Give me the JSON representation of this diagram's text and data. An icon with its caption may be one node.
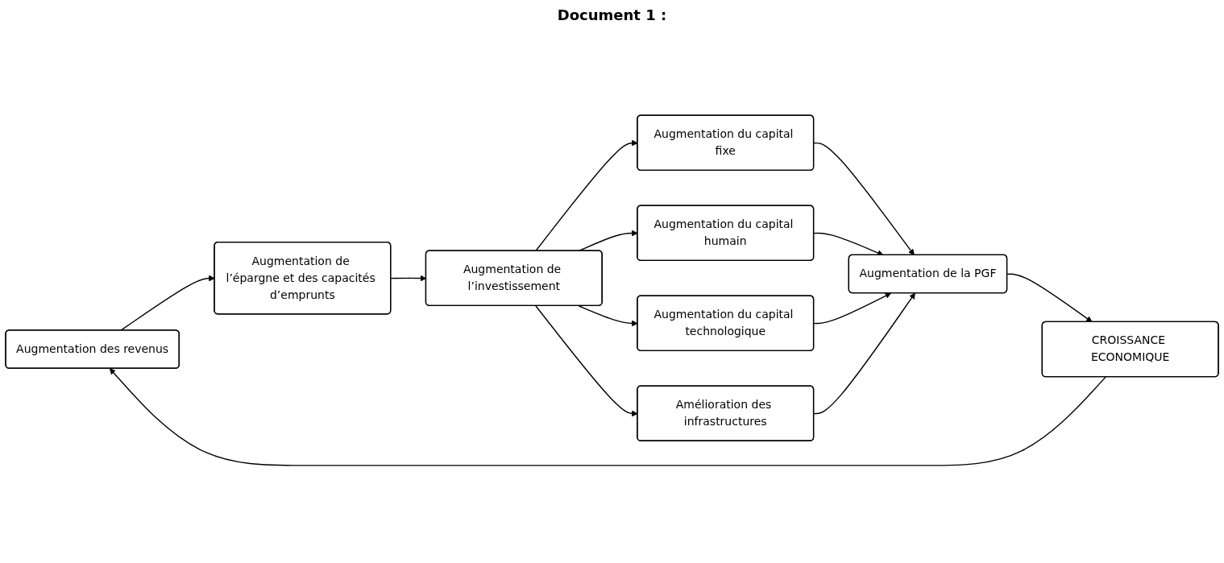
{
  "diagram": {
    "title": "Document 1 :",
    "nodes": [
      {
        "text": [
          "Augmentation des revenus"
        ]
      },
      {
        "text": [
          "Augmentation de l’épargne et des capacités d’emprunts"
        ]
      },
      {
        "text": [
          "Augmentation de l’investissement"
        ]
      },
      {
        "text": [
          "Augmentation du capital fixe"
        ]
      },
      {
        "text": [
          "Augmentation du capital humain"
        ]
      },
      {
        "text": [
          "Augmentation du capital technologique"
        ]
      },
      {
        "text": [
          "Amélioration des infrastructures"
        ]
      },
      {
        "text": [
          "Augmentation de la PGF"
        ]
      },
      {
        "text": [
          "CROISSANCE ECONOMIQUE"
        ]
      }
    ],
    "edges": [
      {
        "from": 0,
        "to": 1,
        "arrow": "to"
      },
      {
        "from": 1,
        "to": 2,
        "arrow": "to"
      },
      {
        "from": 2,
        "to": 3,
        "arrow": "to"
      },
      {
        "from": 2,
        "to": 4,
        "arrow": "to"
      },
      {
        "from": 2,
        "to": 5,
        "arrow": "to"
      },
      {
        "from": 2,
        "to": 6,
        "arrow": "to"
      },
      {
        "from": 3,
        "to": 7,
        "arrow": "to"
      },
      {
        "from": 4,
        "to": 7,
        "arrow": "to"
      },
      {
        "from": 5,
        "to": 7,
        "arrow": "to"
      },
      {
        "from": 6,
        "to": 7,
        "arrow": "to"
      },
      {
        "from": 7,
        "to": 8,
        "arrow": "to"
      },
      {
        "from": 8,
        "to": 0,
        "arrow": "to"
      }
    ]
  }
}
